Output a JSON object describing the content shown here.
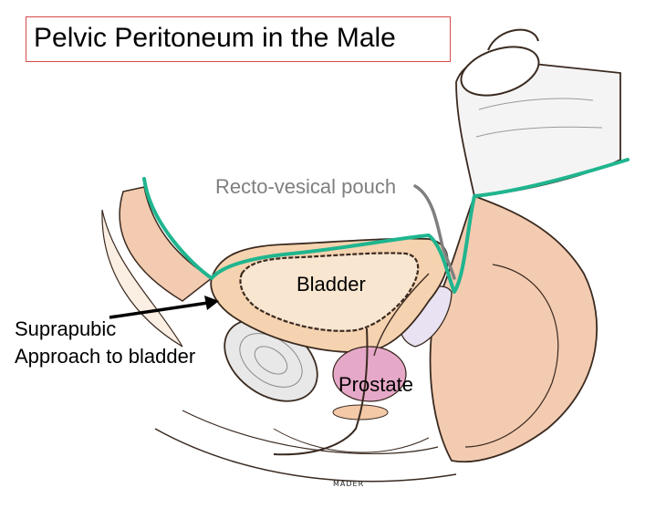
{
  "title": "Pelvic Peritoneum in the Male",
  "labels": {
    "pouch": "Recto-vesical pouch",
    "bladder": "Bladder",
    "supra_line1": "Suprapubic",
    "supra_line2": "Approach to bladder",
    "prostate": "Prostate"
  },
  "artist_signature": "MADER",
  "colors": {
    "peritoneum_line": "#1fb58f",
    "pouch_leader": "#7f7f7f",
    "title_border": "#d94a4a",
    "bladder_wall": "#f6d3b0",
    "prostate": "#e6a8c8",
    "tissue": "#f3cbb0"
  }
}
